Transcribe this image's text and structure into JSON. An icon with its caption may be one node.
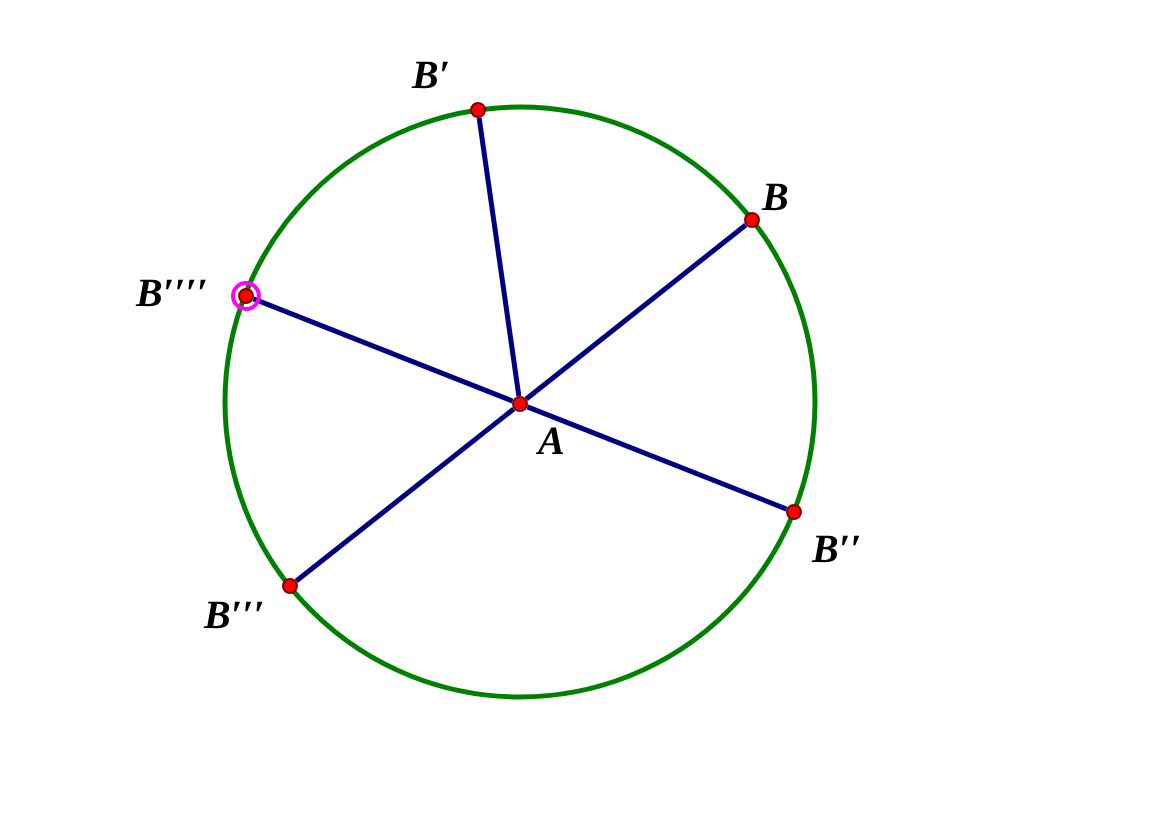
{
  "diagram": {
    "nodes": [
      {
        "text": [
          "B′"
        ]
      },
      {
        "text": [
          "B"
        ]
      },
      {
        "text": [
          "B′′′′"
        ]
      },
      {
        "text": [
          "A"
        ]
      },
      {
        "text": [
          "B′′"
        ]
      },
      {
        "text": [
          "B′′′"
        ]
      }
    ],
    "edges": [
      {
        "from": 3,
        "to": 1,
        "arrow": "none"
      },
      {
        "from": 3,
        "to": 0,
        "arrow": "none"
      },
      {
        "from": 3,
        "to": 2,
        "arrow": "none"
      },
      {
        "from": 3,
        "to": 4,
        "arrow": "none"
      },
      {
        "from": 3,
        "to": 5,
        "arrow": "none"
      }
    ]
  }
}
